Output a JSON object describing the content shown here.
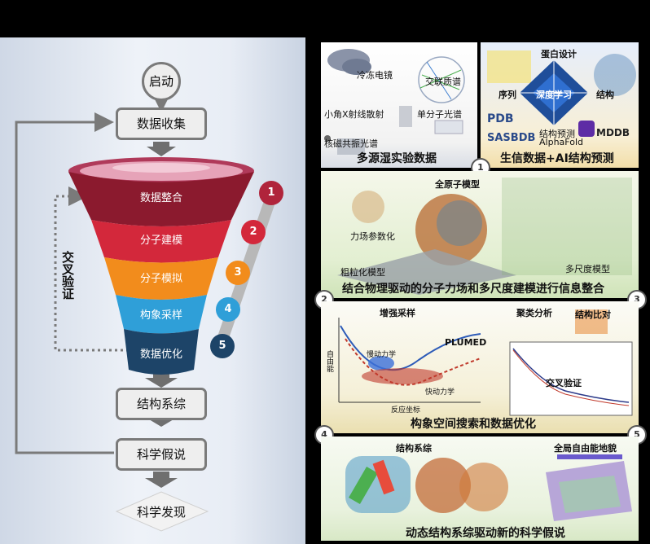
{
  "flow": {
    "start": "启动",
    "collect": "数据收集",
    "funnel": [
      "数据整合",
      "分子建模",
      "分子模拟",
      "构象采样",
      "数据优化"
    ],
    "cross_validation": "交叉验证",
    "system": "结构系综",
    "hypothesis": "科学假说",
    "discovery": "科学发现",
    "steps": [
      "1",
      "2",
      "3",
      "4",
      "5"
    ]
  },
  "panels": {
    "p1": {
      "caption": "多源湿实验数据",
      "labels": [
        "冷冻电镜",
        "交联质谱",
        "小角X射线散射",
        "单分子光谱",
        "核磁共振光谱"
      ]
    },
    "p2": {
      "caption": "生信数据+AI结构预测",
      "labels": [
        "蛋白设计",
        "序列",
        "深度学习",
        "结构",
        "结构预测",
        "AlphaFold"
      ],
      "logos": [
        "PDB",
        "SASBDB",
        "MDDB"
      ]
    },
    "p3": {
      "caption": "结合物理驱动的分子力场和多尺度建模进行信息整合",
      "labels": [
        "力场参数化",
        "全原子模型",
        "粗粒化模型",
        "多尺度模型"
      ]
    },
    "p4": {
      "caption": "构象空间搜索和数据优化",
      "labels": [
        "增强采样",
        "PLUMED",
        "聚类分析",
        "结构比对",
        "慢动力学",
        "快动力学",
        "交叉验证",
        "自由能",
        "反应坐标"
      ]
    },
    "p5": {
      "caption": "动态结构系综驱动新的科学假说",
      "labels": [
        "结构系综",
        "全局自由能地貌"
      ]
    }
  },
  "colors": {
    "tier1": "#8b1a2e",
    "tier2": "#d3283b",
    "tier3": "#f28c1c",
    "tier4": "#2f9fd8",
    "tier5": "#1d4468"
  }
}
